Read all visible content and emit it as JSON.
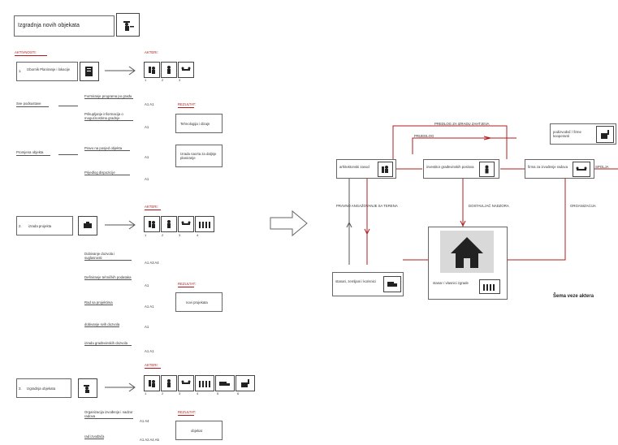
{
  "header": {
    "title": "Izgradnja novih objekata"
  },
  "left": {
    "aktivnosti_label": "AKTIVNOSTI:",
    "akteri_label": "AKTERI:",
    "rezultat_label": "REZULTAT:",
    "stage1": {
      "label": "1.",
      "title": "Izbornik Planiranje i lokacije",
      "acts": [
        "Formiranje programa po građu",
        "Prikupljanje informacija o mogućnostima gradnje",
        "Pravo na posjed objekta",
        "Prijedlog dispozicije"
      ],
      "refs": [
        "A1 A1",
        "A1",
        "A1",
        "A1"
      ],
      "sub_label": "Sve podsustave",
      "sub_label2": "Promjena objekta",
      "results": [
        "Tehnologija i dizajn",
        "Izrada nacrta za daljnje planiranje"
      ],
      "akteri_nums": [
        "1",
        "2",
        "3"
      ]
    },
    "stage2": {
      "label": "2.",
      "title": "izrada projekta",
      "acts": [
        "Dobivanje dozvola i suglasnosti",
        "Definiranje tehničkih podataka",
        "Rad sa projektima",
        "dobivanje svih dozvola",
        "izrada građevinskih dozvola"
      ],
      "refs": [
        "A1 A3 A4",
        "A1",
        "A1 A1",
        "A1",
        "A1 A1"
      ],
      "result": "novi projekata",
      "akteri_nums": [
        "1",
        "2",
        "3",
        "4"
      ]
    },
    "stage3": {
      "label": "3.",
      "title": "Izgradnja objekata",
      "acts": [
        "Organizacija izvođenja i nadzor radova",
        "rad izvođača"
      ],
      "refs": [
        "A1 A4",
        "A1 A2 A4 A5"
      ],
      "result": "objekat",
      "akteri_nums": [
        "1",
        "2",
        "3",
        "4",
        "5",
        "6"
      ]
    }
  },
  "right": {
    "top_label": "PREDLOG ZA IZRADU ZAHTJEVA",
    "prijedlog": "PRIJEDLOG",
    "nodes": {
      "arhitekt": "arhitektonski zavod",
      "investitor": "investitor građevinskih poslova",
      "izvodjac": "firma za izvođenje radova",
      "podizvodjac": "podizvođač / firme kooperanti",
      "stanari": "stanari, zemljani i korisnici",
      "nadzor": "stanar / vlasnici zgrade",
      "spolja": "SPOLJA"
    },
    "edges": {
      "e1": "PRAVNO ANGAŽOVANJE SA TERENA",
      "e2": "DOSTAVLJAČ NADZORA",
      "e3": "ORGANIZACIJA"
    },
    "caption": "Šema veze aktera"
  },
  "colors": {
    "accent": "#b01c1c",
    "gray": "#d9d9d9"
  }
}
